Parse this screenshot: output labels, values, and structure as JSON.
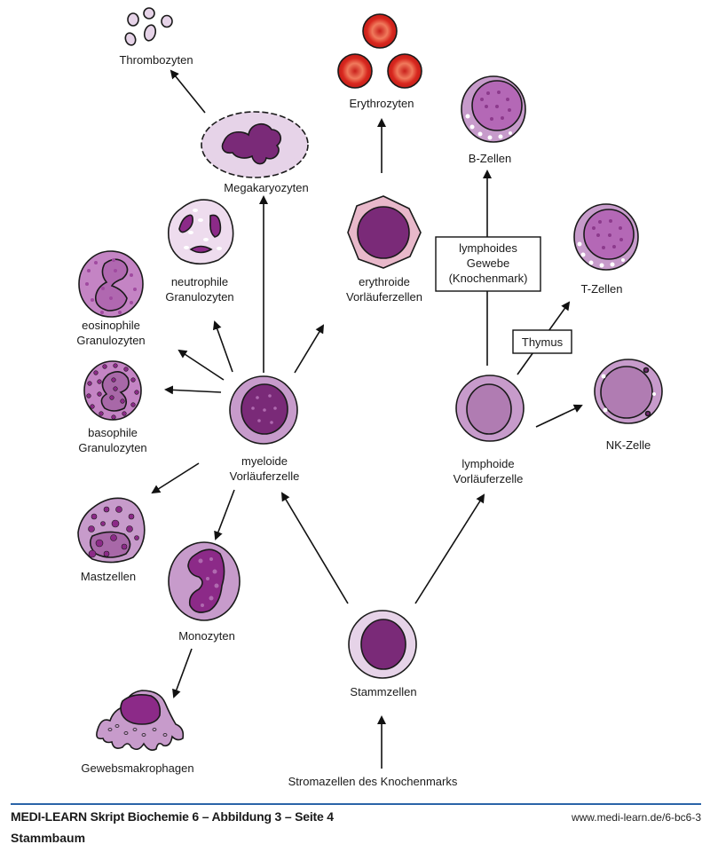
{
  "diagram": {
    "title": "Stammbaum",
    "nodes": {
      "thrombozyten": "Thrombozyten",
      "megakaryozyten": "Megakaryozyten",
      "erythrozyten": "Erythrozyten",
      "erythroide": [
        "erythroide",
        "Vorläuferzellen"
      ],
      "b_zellen": "B-Zellen",
      "t_zellen": "T-Zellen",
      "nk_zelle": "NK-Zelle",
      "neutrophile": [
        "neutrophile",
        "Granulozyten"
      ],
      "eosinophile": [
        "eosinophile",
        "Granulozyten"
      ],
      "basophile": [
        "basophile",
        "Granulozyten"
      ],
      "myeloide": [
        "myeloide",
        "Vorläuferzelle"
      ],
      "lymphoide": [
        "lymphoide",
        "Vorläuferzelle"
      ],
      "mastzellen": "Mastzellen",
      "monozyten": "Monozyten",
      "gewebsmakrophagen": "Gewebsmakrophagen",
      "stammzellen": "Stammzellen",
      "stromazellen": "Stromazellen des Knochenmarks"
    },
    "boxes": {
      "lymphoides_gewebe": [
        "lymphoides",
        "Gewebe",
        "(Knochenmark)"
      ],
      "thymus": "Thymus"
    },
    "edges": [
      {
        "from": "Stromazellen des Knochenmarks",
        "to": "Stammzellen"
      },
      {
        "from": "Stammzellen",
        "to": "myeloide Vorläuferzelle"
      },
      {
        "from": "Stammzellen",
        "to": "lymphoide Vorläuferzelle"
      },
      {
        "from": "myeloide Vorläuferzelle",
        "to": "Megakaryozyten"
      },
      {
        "from": "Megakaryozyten",
        "to": "Thrombozyten"
      },
      {
        "from": "myeloide Vorläuferzelle",
        "to": "erythroide Vorläuferzellen"
      },
      {
        "from": "erythroide Vorläuferzellen",
        "to": "Erythrozyten"
      },
      {
        "from": "myeloide Vorläuferzelle",
        "to": "neutrophile Granulozyten"
      },
      {
        "from": "myeloide Vorläuferzelle",
        "to": "eosinophile Granulozyten"
      },
      {
        "from": "myeloide Vorläuferzelle",
        "to": "basophile Granulozyten"
      },
      {
        "from": "myeloide Vorläuferzelle",
        "to": "Mastzellen"
      },
      {
        "from": "myeloide Vorläuferzelle",
        "to": "Monozyten"
      },
      {
        "from": "Monozyten",
        "to": "Gewebsmakrophagen"
      },
      {
        "from": "lymphoide Vorläuferzelle",
        "to": "B-Zellen",
        "via": "lymphoides Gewebe (Knochenmark)"
      },
      {
        "from": "lymphoide Vorläuferzelle",
        "to": "T-Zellen",
        "via": "Thymus"
      },
      {
        "from": "lymphoide Vorläuferzelle",
        "to": "NK-Zelle"
      }
    ],
    "colors": {
      "cytoplasm_light": "#e6d3e8",
      "cytoplasm_mid": "#c79bcb",
      "nucleus_dark": "#7a2a78",
      "erythrocyte": "#d42a20",
      "footer_rule": "#2a64a8"
    }
  },
  "footer": {
    "title": "MEDI-LEARN Skript Biochemie 6 – Abbildung 3 – Seite 4",
    "url": "www.medi-learn.de/6-bc6-3",
    "subtitle": "Stammbaum"
  }
}
